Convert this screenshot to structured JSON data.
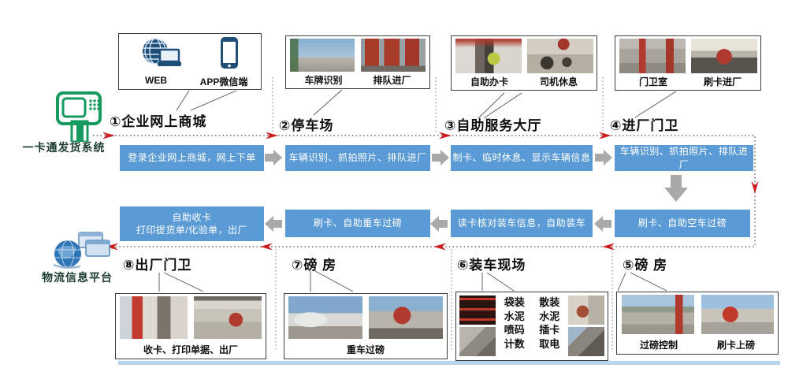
{
  "left_system": {
    "label": "一卡通发货系统"
  },
  "left_platform": {
    "label": "物流信息平台"
  },
  "stations_top": [
    {
      "label": "①企业网上商城",
      "captions": [
        "WEB",
        "APP微信端"
      ]
    },
    {
      "label": "②停车场",
      "captions": [
        "车牌识别",
        "排队进厂"
      ]
    },
    {
      "label": "③自助服务大厅",
      "captions": [
        "自助办卡",
        "司机休息"
      ]
    },
    {
      "label": "④进厂门卫",
      "captions": [
        "门卫室",
        "刷卡进厂"
      ]
    }
  ],
  "flow_top": [
    "登录企业网上商城，网上下单",
    "车辆识别、抓拍照片、排队进厂",
    "制卡、临时休息、显示车辆信息",
    "车辆识别、抓拍照片、排队进厂"
  ],
  "flow_bottom": [
    {
      "line1": "自助收卡",
      "line2": "打印提货单/化验单，出厂"
    },
    {
      "line1": "刷卡、自助重车过磅",
      "line2": ""
    },
    {
      "line1": "读卡核对装车信息，自助装车",
      "line2": ""
    },
    {
      "line1": "刷卡、自助空车过磅",
      "line2": ""
    }
  ],
  "stations_bottom": [
    {
      "label": "⑧出厂门卫",
      "caption": "收卡、打印单据、出厂"
    },
    {
      "label": "⑦磅 房",
      "caption": "重车过磅"
    },
    {
      "label": "⑥装车现场",
      "col_left": "袋装\n水泥\n喷码\n计数",
      "col_right": "散装\n水泥\n插卡\n取电"
    },
    {
      "label": "⑤磅 房",
      "captions": [
        "过磅控制",
        "刷卡上磅"
      ]
    }
  ],
  "colors": {
    "process_blue": "#5b9bd5",
    "arrow_gray": "#a9a9a9",
    "accent_red": "#cc2222",
    "icon_green": "#169a5f",
    "icon_navy": "#1f4e79"
  }
}
